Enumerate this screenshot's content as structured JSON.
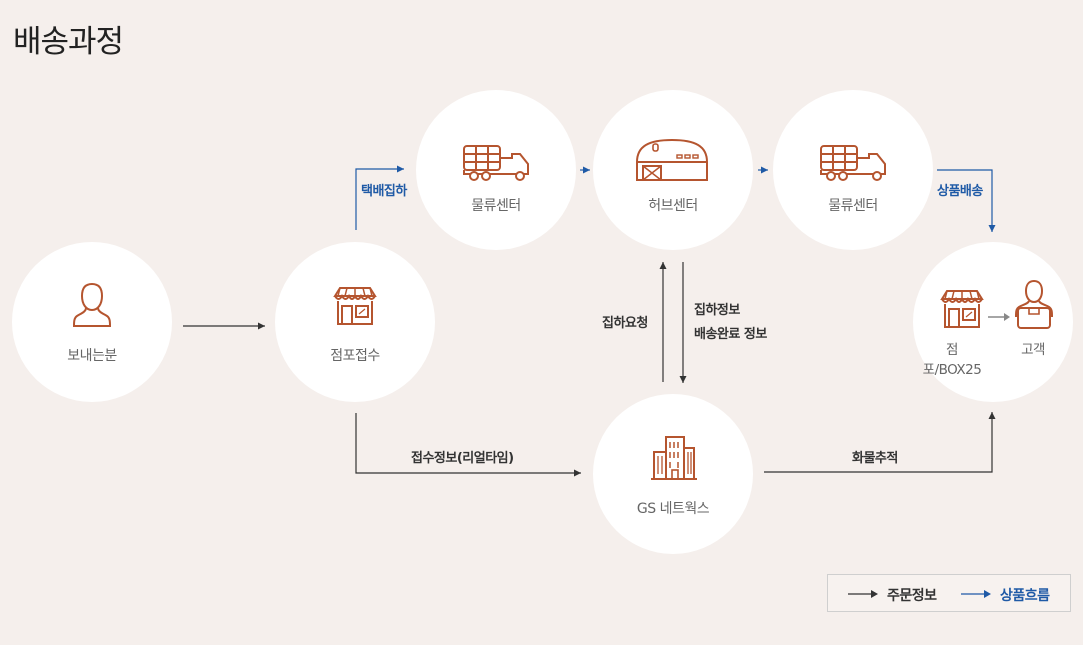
{
  "title": "배송과정",
  "nodes": {
    "sender": {
      "label": "보내는분",
      "icon": "person-icon"
    },
    "store_intake": {
      "label": "점포접수",
      "icon": "store-icon"
    },
    "logistics_1": {
      "label": "물류센터",
      "icon": "truck-icon"
    },
    "hub": {
      "label": "허브센터",
      "icon": "warehouse-icon"
    },
    "logistics_2": {
      "label": "물류센터",
      "icon": "truck-icon"
    },
    "gs_network": {
      "label": "GS 네트웍스",
      "icon": "building-icon"
    },
    "destination": {
      "label_store": "점포/BOX25",
      "label_customer": "고객",
      "icon_store": "store-icon",
      "icon_customer": "courier-icon"
    }
  },
  "edges": {
    "pickup": "택배집하",
    "product_delivery": "상품배송",
    "pickup_request": "집하요청",
    "pickup_info": "집하정보",
    "delivery_complete_info": "배송완료 정보",
    "intake_info": "접수정보(리얼타임)",
    "cargo_tracking": "화물추적"
  },
  "legend": {
    "order_info": "주문정보",
    "product_flow": "상품흐름"
  },
  "colors": {
    "background": "#f5efec",
    "node": "#ffffff",
    "icon": "#b5552f",
    "order_arrow": "#333333",
    "product_arrow": "#1f5aa6"
  }
}
